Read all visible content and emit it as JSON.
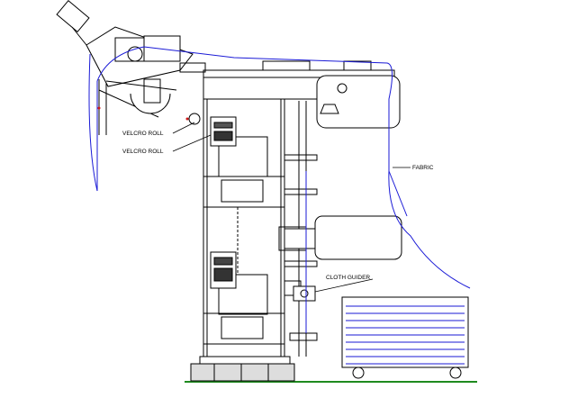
{
  "labels": {
    "velcro_roll_top": "VELCRO ROLL",
    "velcro_roll_bottom": "VELCRO ROLL",
    "fabric": "FABRIC",
    "cloth_guider": "CLOTH GUIDER"
  },
  "colors": {
    "line": "#000000",
    "fabric_path": "#1a1ad6",
    "cart_lines": "#1a1ad6",
    "ground": "#1f8a1f",
    "accent_red": "#d01818"
  }
}
